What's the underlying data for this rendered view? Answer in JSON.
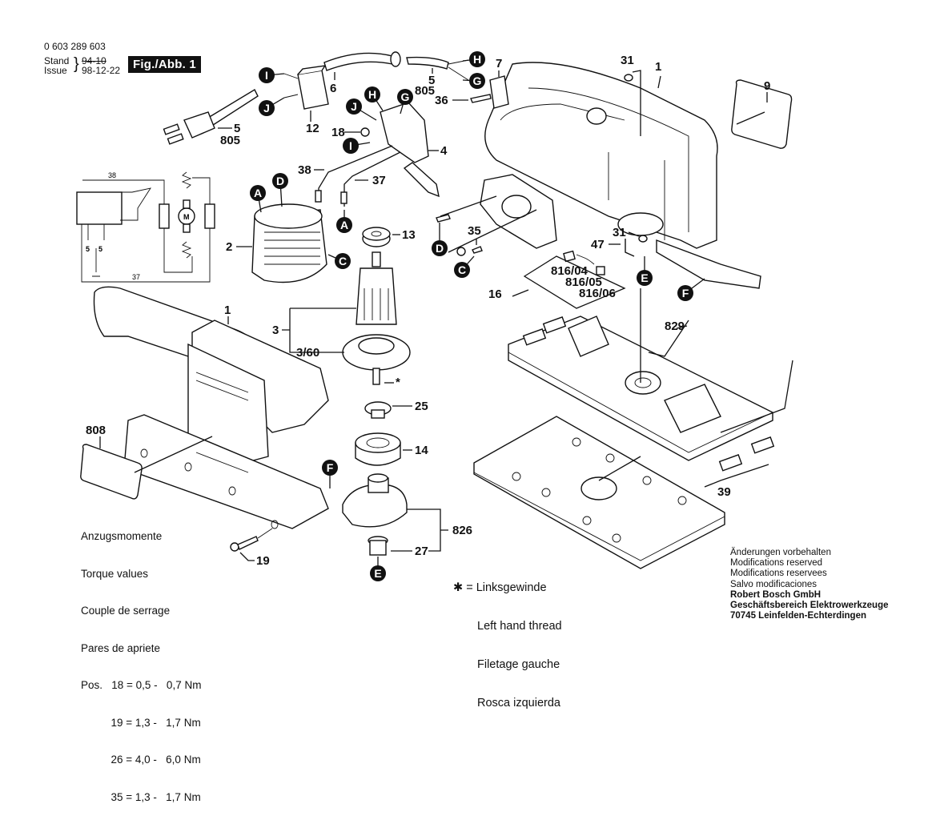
{
  "header": {
    "part_number": "0 603 289 603",
    "stand_label": "Stand",
    "issue_label": "Issue",
    "stand_value_struck": "94-10",
    "issue_value": "98-12-22",
    "figure_label": "Fig./Abb. 1"
  },
  "callouts": [
    {
      "id": "callout-I-top",
      "letter": "I"
    },
    {
      "id": "callout-J-top",
      "letter": "J"
    },
    {
      "id": "callout-H-top",
      "letter": "H"
    },
    {
      "id": "callout-G-top",
      "letter": "G"
    },
    {
      "id": "callout-H-switch",
      "letter": "H"
    },
    {
      "id": "callout-G-switch",
      "letter": "G"
    },
    {
      "id": "callout-J-switch",
      "letter": "J"
    },
    {
      "id": "callout-I-switch",
      "letter": "I"
    },
    {
      "id": "callout-A-stator",
      "letter": "A"
    },
    {
      "id": "callout-D-stator",
      "letter": "D"
    },
    {
      "id": "callout-C-stator",
      "letter": "C"
    },
    {
      "id": "callout-A-wire",
      "letter": "A"
    },
    {
      "id": "callout-D-brush",
      "letter": "D"
    },
    {
      "id": "callout-C-brush",
      "letter": "C"
    },
    {
      "id": "callout-E-housing",
      "letter": "E"
    },
    {
      "id": "callout-F-housing",
      "letter": "F"
    },
    {
      "id": "callout-F-body",
      "letter": "F"
    },
    {
      "id": "callout-E-bottom",
      "letter": "E"
    }
  ],
  "part_labels": {
    "p5_cord": "5",
    "p805_cord": "805",
    "p12": "12",
    "p6": "6",
    "p5_hose": "5",
    "p805_hose": "805",
    "p7": "7",
    "p36": "36",
    "p31_top": "31",
    "p1_top": "1",
    "p9": "9",
    "p18": "18",
    "p4": "4",
    "p38": "38",
    "p37": "37",
    "p2": "2",
    "p13": "13",
    "p35": "35",
    "p47": "47",
    "p31_bottom": "31",
    "p816_04": "816/04",
    "p816_05": "816/05",
    "p816_06": "816/06",
    "p16": "16",
    "p3": "3",
    "p3_60": "3/60",
    "p1_body": "1",
    "p829": "829",
    "p25": "25",
    "p14": "14",
    "p808": "808",
    "p826": "826",
    "p27": "27",
    "p19": "19",
    "p39": "39",
    "asterisk": "*"
  },
  "schematic": {
    "wire_top": "38",
    "wire_bottom": "37",
    "term_left": "5",
    "term_right": "5",
    "motor": "M"
  },
  "torque": {
    "title_de": "Anzugsmomente",
    "title_en": "Torque values",
    "title_fr": "Couple de serrage",
    "title_es": "Pares de apriete",
    "rows": [
      "Pos.   18 = 0,5 -   0,7 Nm",
      "          19 = 1,3 -   1,7 Nm",
      "          26 = 4,0 -   6,0 Nm",
      "          35 = 1,3 -   1,7 Nm"
    ]
  },
  "thread_note": {
    "symbol": "✱",
    "eq": "=",
    "de": "Linksgewinde",
    "en": "Left hand thread",
    "fr": "Filetage gauche",
    "es": "Rosca izquierda"
  },
  "footer": {
    "line1": "Änderungen vorbehalten",
    "line2": "Modifications reserved",
    "line3": "Modifications reservees",
    "line4": "Salvo modificaciones",
    "company": "Robert Bosch GmbH",
    "division": "Geschäftsbereich Elektrowerkzeuge",
    "address": "70745 Leinfelden-Echterdingen"
  }
}
